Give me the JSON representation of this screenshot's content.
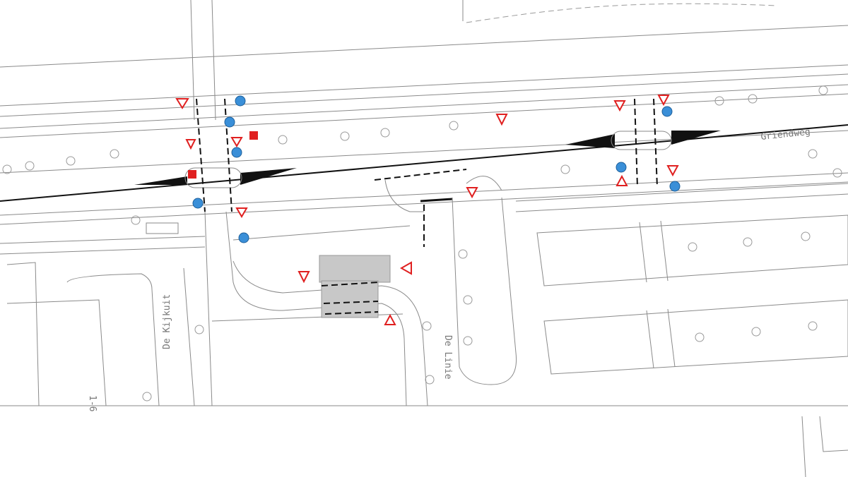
{
  "map": {
    "street_labels": {
      "griendweg": "Griendweg",
      "de_kijkuit": "De Kijkuit",
      "de_linie": "De Linie",
      "house_number": "1-6"
    },
    "colors": {
      "line": "#8a8a8a",
      "centerline": "#111111",
      "warning_sign": "#e02020",
      "mandatory_sign": "#3a8fd8",
      "paving": "#c8c8c8"
    }
  }
}
